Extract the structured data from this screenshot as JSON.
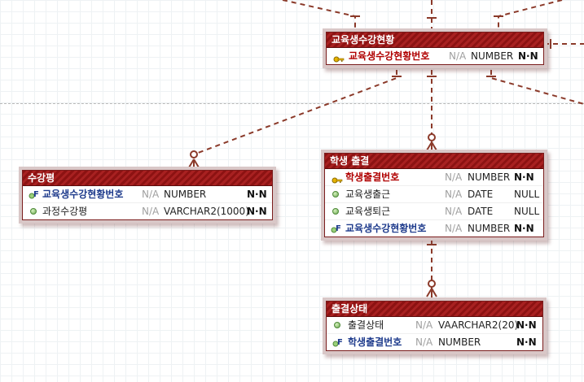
{
  "entities": {
    "enrollment": {
      "title": "교육생수강현황",
      "columns": [
        {
          "name": "교육생수강현황번호",
          "nullability_placeholder": "N/A",
          "type": "NUMBER",
          "constraint": "N·N",
          "key": "pk"
        }
      ]
    },
    "course_review": {
      "title": "수강평",
      "columns": [
        {
          "name": "교육생수강현황번호",
          "nullability_placeholder": "N/A",
          "type": "NUMBER",
          "constraint": "N·N",
          "key": "fk"
        },
        {
          "name": "과정수강평",
          "nullability_placeholder": "N/A",
          "type": "VARCHAR2(1000)",
          "constraint": "N·N",
          "key": "none"
        }
      ]
    },
    "attendance": {
      "title": "학생 출결",
      "columns": [
        {
          "name": "학생출결번호",
          "nullability_placeholder": "N/A",
          "type": "NUMBER",
          "constraint": "N·N",
          "key": "pk"
        },
        {
          "name": "교육생출근",
          "nullability_placeholder": "N/A",
          "type": "DATE",
          "constraint": "NULL",
          "key": "none"
        },
        {
          "name": "교육생퇴근",
          "nullability_placeholder": "N/A",
          "type": "DATE",
          "constraint": "NULL",
          "key": "none"
        },
        {
          "name": "교육생수강현황번호",
          "nullability_placeholder": "N/A",
          "type": "NUMBER",
          "constraint": "N·N",
          "key": "fk"
        }
      ]
    },
    "attendance_status": {
      "title": "출결상태",
      "columns": [
        {
          "name": "출결상태",
          "nullability_placeholder": "N/A",
          "type": "VAARCHAR2(20)",
          "constraint": "N·N",
          "key": "none"
        },
        {
          "name": "학생출결번호",
          "nullability_placeholder": "N/A",
          "type": "NUMBER",
          "constraint": "N·N",
          "key": "fk"
        }
      ]
    }
  },
  "icons": {
    "primary_key": "key-icon",
    "foreign_key": "foreign-key-icon",
    "attribute": "attribute-dot-icon"
  },
  "colors": {
    "title_bar": "#8c1212",
    "relationship_line": "#8b3a2a",
    "primary_key_text": "#b00000",
    "foreign_key_text": "#1e3b8c"
  }
}
